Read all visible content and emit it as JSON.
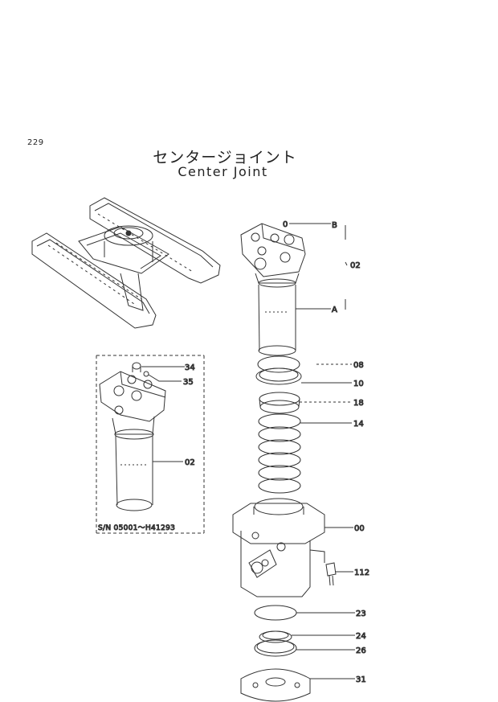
{
  "page_number": "229",
  "title": {
    "japanese": "センタージョイント",
    "english": "Center Joint"
  },
  "callouts": {
    "b": "B",
    "zero_b": "0",
    "a": "A",
    "p02": "02",
    "p08": "08",
    "p10": "10",
    "p18": "18",
    "p14": "14",
    "p00": "00",
    "p112": "112",
    "p23": "23",
    "p24": "24",
    "p26": "26",
    "p31": "31"
  },
  "inset": {
    "p34": "34",
    "p35": "35",
    "p02": "02",
    "serial_range": "S/N  05001～H41293"
  }
}
